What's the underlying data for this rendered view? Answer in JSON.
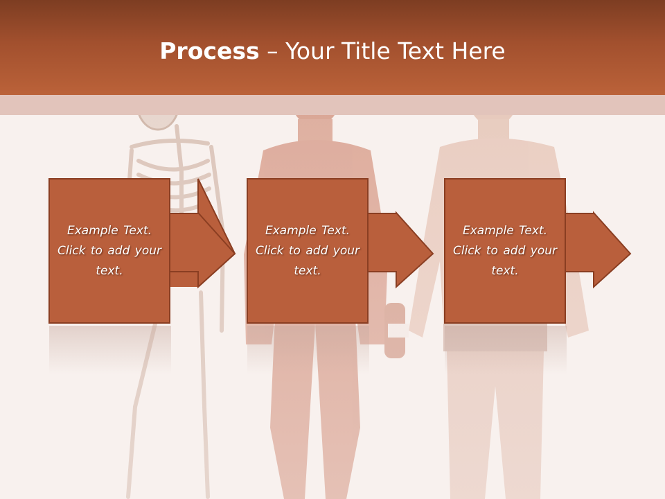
{
  "slide": {
    "title_bold": "Process",
    "title_rest": " – Your Title Text Here"
  },
  "steps": [
    {
      "text": "Example Text. Click  to add your text."
    },
    {
      "text": "Example Text. Click  to add your text."
    },
    {
      "text": "Example Text. Click  to add your text."
    }
  ],
  "colors": {
    "header_dark": "#7d3d22",
    "header_light": "#bb6239",
    "box_fill": "#b95f3c",
    "box_border": "#8a3e22",
    "arrow_fill": "#b95f3c"
  }
}
